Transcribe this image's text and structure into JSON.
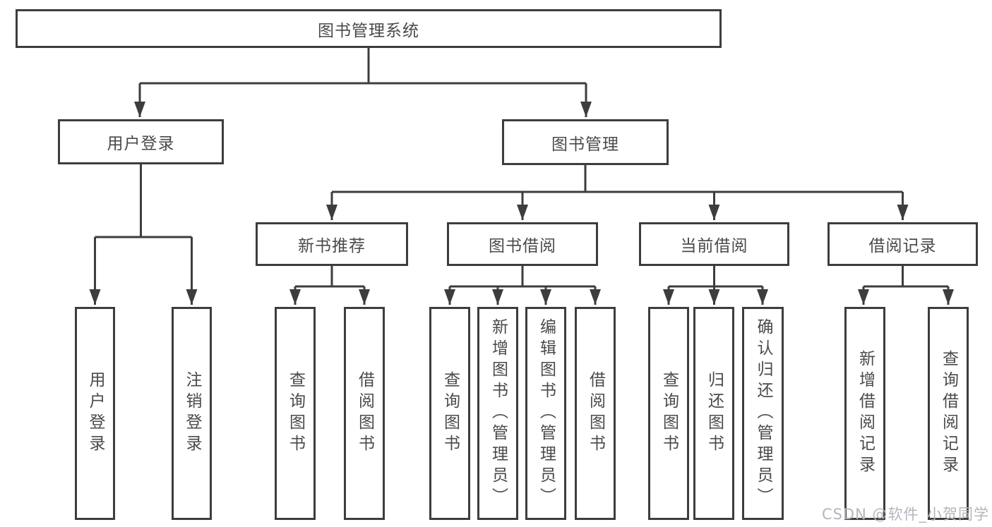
{
  "tree": {
    "label": "图书管理系统",
    "children": [
      {
        "label": "用户登录",
        "children": [
          {
            "label": "用户登录"
          },
          {
            "label": "注销登录"
          }
        ]
      },
      {
        "label": "图书管理",
        "children": [
          {
            "label": "新书推荐",
            "children": [
              {
                "label": "查询图书"
              },
              {
                "label": "借阅图书"
              }
            ]
          },
          {
            "label": "图书借阅",
            "children": [
              {
                "label": "查询图书"
              },
              {
                "label": "新增图书（管理员）"
              },
              {
                "label": "编辑图书（管理员）"
              },
              {
                "label": "借阅图书"
              }
            ]
          },
          {
            "label": "当前借阅",
            "children": [
              {
                "label": "查询图书"
              },
              {
                "label": "归还图书"
              },
              {
                "label": "确认归还（管理员）"
              }
            ]
          },
          {
            "label": "借阅记录",
            "children": [
              {
                "label": "新增借阅记录"
              },
              {
                "label": "查询借阅记录"
              }
            ]
          }
        ]
      }
    ]
  },
  "watermark": {
    "text": "CSDN @软件_小贺同学"
  },
  "colors": {
    "line": "#3d3d3d",
    "box_border": "#3d3d3d",
    "box_fill": "#ffffff",
    "text": "#4a4a4a",
    "watermark": "#b5b5bd"
  }
}
